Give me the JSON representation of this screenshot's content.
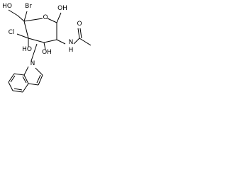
{
  "atoms": {
    "br": "Br",
    "ho_top": "HO",
    "o_ring": "O",
    "cl": "Cl",
    "ho_c4": "HO",
    "ho_c3": "OH",
    "nh": "N",
    "nh_h": "H",
    "o_carbonyl": "O",
    "ho_anomeric": "OH",
    "n_indole": "N"
  }
}
